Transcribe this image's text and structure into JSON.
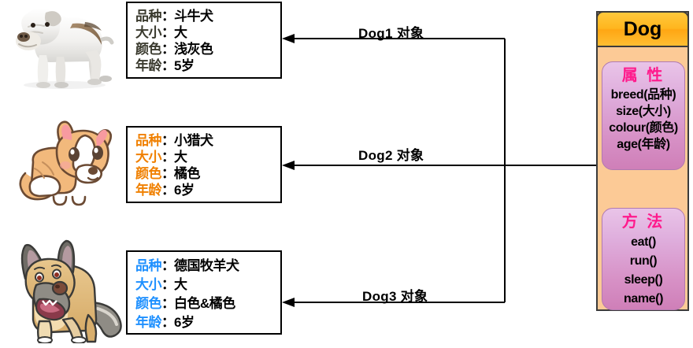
{
  "diagram": {
    "title": "Dog class and object instances diagram",
    "labels": {
      "key_breed": "品种",
      "key_size": "大小",
      "key_colour": "颜色",
      "key_age": "年龄",
      "separator": "："
    },
    "objects": [
      {
        "id": "dog1",
        "image_name": "bulldog-photo",
        "arrow_label": "Dog1  对象",
        "key_color": "#3a3a2e",
        "rows": [
          {
            "key": "品种",
            "value": "斗牛犬"
          },
          {
            "key": "大小",
            "value": "大"
          },
          {
            "key": "颜色",
            "value": "浅灰色"
          },
          {
            "key": "年龄",
            "value": "5岁"
          }
        ]
      },
      {
        "id": "dog2",
        "image_name": "corgi-puppy-illustration",
        "arrow_label": "Dog2 对象",
        "key_color": "#f08000",
        "rows": [
          {
            "key": "品种",
            "value": "小猎犬"
          },
          {
            "key": "大小",
            "value": "大"
          },
          {
            "key": "颜色",
            "value": "橘色"
          },
          {
            "key": "年龄",
            "value": "6岁"
          }
        ]
      },
      {
        "id": "dog3",
        "image_name": "german-shepherd-illustration",
        "arrow_label": "Dog3 对象",
        "key_color": "#1e90ff",
        "rows": [
          {
            "key": "品种",
            "value": "德国牧羊犬"
          },
          {
            "key": "大小",
            "value": "大"
          },
          {
            "key": "颜色",
            "value": "白色&橘色"
          },
          {
            "key": "年龄",
            "value": "6岁"
          }
        ]
      }
    ],
    "class_card": {
      "name": "Dog",
      "header_color": "#ffb61e",
      "body_color": "#fcca96",
      "section_color": "#dfaedd",
      "title_color": "#ff1a8c",
      "attributes": {
        "title": "属 性",
        "items": [
          "breed(品种)",
          "size(大小)",
          "colour(颜色)",
          "age(年龄)"
        ]
      },
      "methods": {
        "title": "方 法",
        "items": [
          "eat()",
          "run()",
          "sleep()",
          "name()"
        ]
      }
    }
  }
}
